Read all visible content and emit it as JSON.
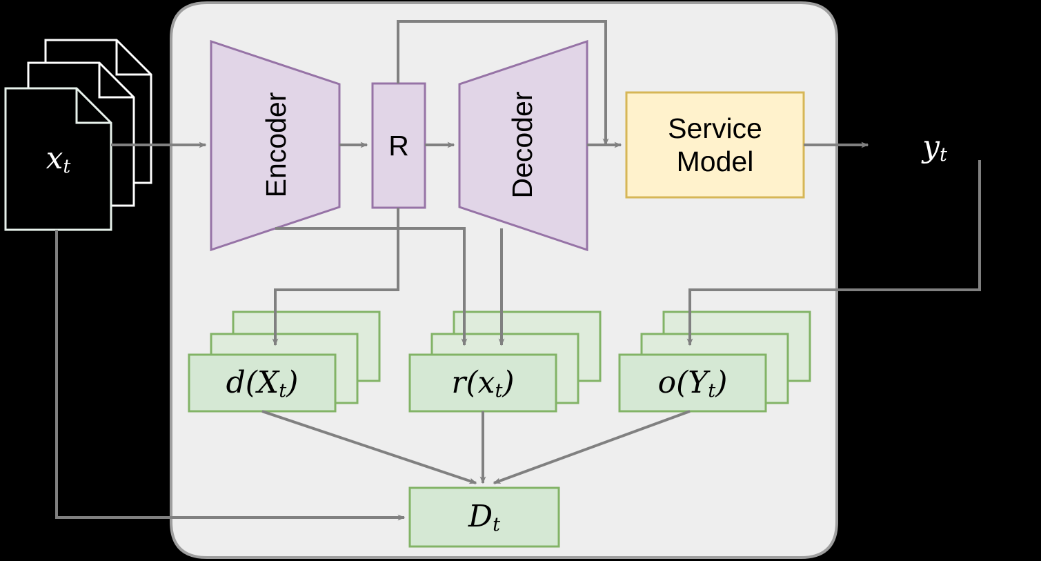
{
  "diagram": {
    "title": "Autoencoder service pipeline with drift detectors",
    "background_color": "#000000",
    "panel_color": "#eeeeee",
    "edge_color": "#808080",
    "colors": {
      "purple_fill": "#e1d5e7",
      "purple_stroke": "#9673a6",
      "green_fill": "#d5e8d4",
      "green_stroke": "#82b366",
      "yellow_fill": "#fff2cc",
      "yellow_stroke": "#d6b656",
      "doc_fill": "#000000",
      "doc_stroke": "#ffffff"
    }
  },
  "nodes": {
    "input_docs": {
      "label": "x",
      "sub": "t"
    },
    "encoder": {
      "label": "Encoder"
    },
    "bottleneck": {
      "label": "R"
    },
    "decoder": {
      "label": "Decoder"
    },
    "service_model": {
      "label": "Service\nModel"
    },
    "output": {
      "label": "y",
      "sub": "t"
    },
    "detector_d": {
      "label": "d(X",
      "sub": "t",
      "label_tail": ")"
    },
    "detector_r": {
      "label": "r(x",
      "sub": "t",
      "label_tail": ")"
    },
    "detector_o": {
      "label": "o(Y",
      "sub": "t",
      "label_tail": ")"
    },
    "drift_score": {
      "label": "D",
      "sub": "t"
    }
  }
}
